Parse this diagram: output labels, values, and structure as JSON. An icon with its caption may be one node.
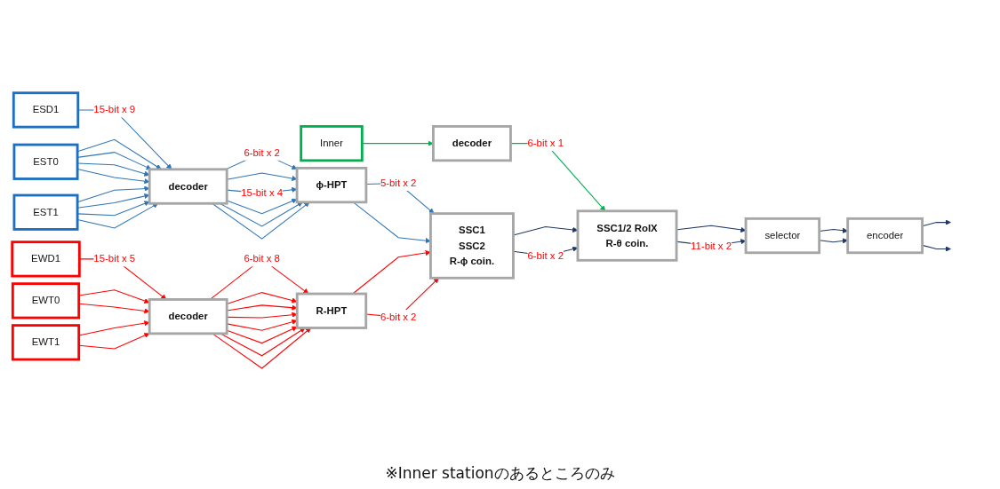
{
  "diagram": {
    "nodes": [
      {
        "text": [
          "ESD1"
        ]
      },
      {
        "text": [
          "EST0"
        ]
      },
      {
        "text": [
          "EST1"
        ]
      },
      {
        "text": [
          "decoder"
        ]
      },
      {
        "text": [
          "ϕ-HPT"
        ]
      },
      {
        "text": [
          "EWD1"
        ]
      },
      {
        "text": [
          "EWT0"
        ]
      },
      {
        "text": [
          "EWT1"
        ]
      },
      {
        "text": [
          "decoder"
        ]
      },
      {
        "text": [
          "R-HPT"
        ]
      },
      {
        "text": [
          "Inner"
        ]
      },
      {
        "text": [
          "decoder"
        ]
      },
      {
        "text": [
          "SSC1",
          "SSC2",
          "R-ϕ coin."
        ]
      },
      {
        "text": [
          "SSC1/2 RoIX",
          "R-θ coin."
        ]
      },
      {
        "text": [
          "selector"
        ]
      },
      {
        "text": [
          "encoder"
        ]
      }
    ],
    "edges": [
      {
        "from": 0,
        "to": 3,
        "arrow": "to",
        "label": "15-bit x 9"
      },
      {
        "from": 1,
        "to": 3,
        "arrow": "to"
      },
      {
        "from": 1,
        "to": 3,
        "arrow": "to"
      },
      {
        "from": 1,
        "to": 3,
        "arrow": "to"
      },
      {
        "from": 1,
        "to": 3,
        "arrow": "to"
      },
      {
        "from": 2,
        "to": 3,
        "arrow": "to"
      },
      {
        "from": 2,
        "to": 3,
        "arrow": "to"
      },
      {
        "from": 2,
        "to": 3,
        "arrow": "to"
      },
      {
        "from": 2,
        "to": 3,
        "arrow": "to"
      },
      {
        "from": 3,
        "to": 4,
        "arrow": "to",
        "label": "6-bit x 2"
      },
      {
        "from": 3,
        "to": 4,
        "arrow": "to"
      },
      {
        "from": 3,
        "to": 4,
        "arrow": "to",
        "label": "15-bit x 4"
      },
      {
        "from": 3,
        "to": 4,
        "arrow": "to"
      },
      {
        "from": 3,
        "to": 4,
        "arrow": "to"
      },
      {
        "from": 3,
        "to": 4,
        "arrow": "to"
      },
      {
        "from": 4,
        "to": 12,
        "arrow": "to",
        "label": "5-bit x 2"
      },
      {
        "from": 4,
        "to": 12,
        "arrow": "to"
      },
      {
        "from": 5,
        "to": 8,
        "arrow": "to",
        "color": "#ff0000",
        "label": "15-bit x 5"
      },
      {
        "from": 6,
        "to": 8,
        "arrow": "to",
        "color": "#ff0000"
      },
      {
        "from": 6,
        "to": 8,
        "arrow": "to",
        "color": "#ff0000"
      },
      {
        "from": 7,
        "to": 8,
        "arrow": "to",
        "color": "#ff0000"
      },
      {
        "from": 7,
        "to": 8,
        "arrow": "to",
        "color": "#ff0000"
      },
      {
        "from": 8,
        "to": 9,
        "arrow": "to",
        "color": "#ff0000",
        "label": "6-bit x 8"
      },
      {
        "from": 8,
        "to": 9,
        "arrow": "to",
        "color": "#ff0000"
      },
      {
        "from": 8,
        "to": 9,
        "arrow": "to",
        "color": "#ff0000"
      },
      {
        "from": 8,
        "to": 9,
        "arrow": "to",
        "color": "#ff0000"
      },
      {
        "from": 8,
        "to": 9,
        "arrow": "to",
        "color": "#ff0000"
      },
      {
        "from": 8,
        "to": 9,
        "arrow": "to",
        "color": "#ff0000"
      },
      {
        "from": 8,
        "to": 9,
        "arrow": "to",
        "color": "#ff0000"
      },
      {
        "from": 8,
        "to": 9,
        "arrow": "to",
        "color": "#ff0000"
      },
      {
        "from": 9,
        "to": 12,
        "arrow": "to",
        "color": "#ff0000"
      },
      {
        "from": 9,
        "to": 12,
        "arrow": "to",
        "color": "#ff0000",
        "label": "6-bit x 2"
      },
      {
        "from": 10,
        "to": 11,
        "arrow": "to",
        "color": "#00b050"
      },
      {
        "from": 11,
        "to": 13,
        "arrow": "to",
        "color": "#00b050",
        "label": "6-bit x 1"
      },
      {
        "from": 12,
        "to": 13,
        "arrow": "to",
        "color": "#1f3864"
      },
      {
        "from": 12,
        "to": 13,
        "arrow": "to",
        "color": "#1f3864",
        "label": "6-bit x 2"
      },
      {
        "from": 13,
        "to": 14,
        "arrow": "to",
        "color": "#1f3864"
      },
      {
        "from": 13,
        "to": 14,
        "arrow": "to",
        "color": "#1f3864",
        "label": "11-bit x 2"
      },
      {
        "from": 14,
        "to": 15,
        "arrow": "to",
        "color": "#1f3864"
      },
      {
        "from": 14,
        "to": 15,
        "arrow": "to",
        "color": "#1f3864"
      },
      {
        "from": 15,
        "to": null,
        "arrow": "to",
        "color": "#1f3864"
      },
      {
        "from": 15,
        "to": null,
        "arrow": "to",
        "color": "#1f3864"
      }
    ],
    "labels": [
      "※Inner stationのあるところのみ"
    ]
  }
}
